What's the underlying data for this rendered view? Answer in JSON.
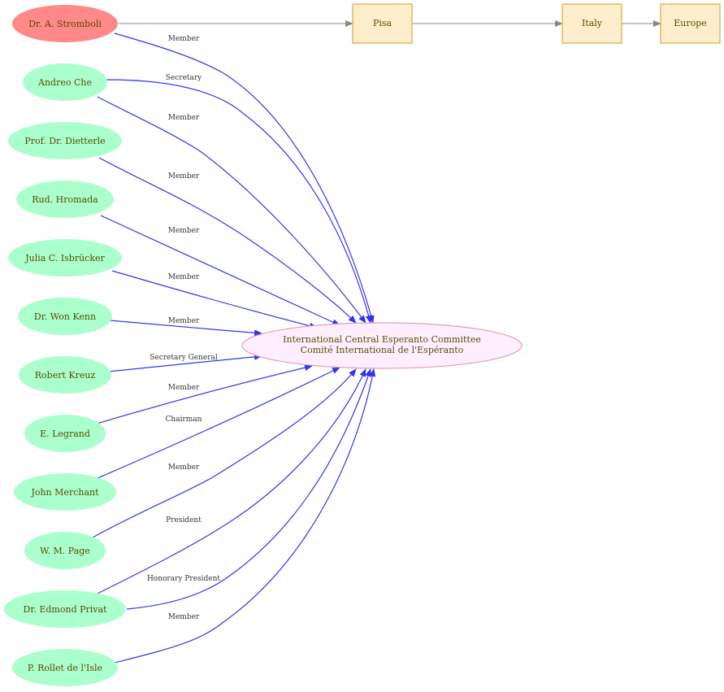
{
  "colors": {
    "person_fill": "#aaffcc",
    "highlight_fill": "#ff8888",
    "place_fill": "#ffeecc",
    "place_stroke": "#e0a840",
    "committee_fill": "#ffeeff",
    "committee_stroke": "#e0a0b0",
    "edge_member": "#3333ee",
    "edge_place": "#888888"
  },
  "nodes": {
    "stromboli": "Dr. A. Stromboli",
    "che": "Andreo Che",
    "dietterle": "Prof. Dr. Dietterle",
    "hromada": "Rud. Hromada",
    "isbrucker": "Julia C. Isbrücker",
    "kenn": "Dr. Won Kenn",
    "kreuz": "Robert Kreuz",
    "legrand": "E. Legrand",
    "merchant": "John Merchant",
    "page": "W. M. Page",
    "privat": "Dr. Edmond Privat",
    "rollet": "P. Rollet de l'Isle",
    "pisa": "Pisa",
    "italy": "Italy",
    "europe": "Europe",
    "committee_line1": "International Central Esperanto Committee",
    "committee_line2": "Comité International de l'Espéranto"
  },
  "edges": {
    "stromboli": "Member",
    "che": "Secretary",
    "dietterle": "Member",
    "hromada": "Member",
    "isbrucker": "Member",
    "kenn": "Member",
    "kreuz": "Member",
    "legrand": "Secretary General",
    "legrand2": "Member",
    "merchant": "Chairman",
    "page": "Member",
    "privat": "President",
    "privat2": "Honorary President",
    "rollet": "Member"
  }
}
